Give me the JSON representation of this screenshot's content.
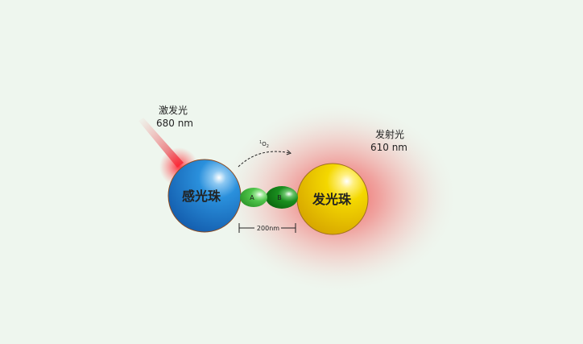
{
  "excitation": {
    "label": "激发光",
    "wavelength": "680 nm",
    "color": "#e8404a"
  },
  "emission": {
    "label": "发射光",
    "wavelength": "610 nm",
    "color": "#f26a6a"
  },
  "singlet_oxygen": {
    "base": "O",
    "superscript": "1",
    "subscript": "2"
  },
  "donor_bead": {
    "label": "感光珠",
    "color": "#1e88d8"
  },
  "acceptor_bead": {
    "label": "发光珠",
    "color": "#f2d000"
  },
  "molecule_a": {
    "label": "A",
    "color": "#4fc44a"
  },
  "molecule_b": {
    "label": "B",
    "color": "#1a8f1f"
  },
  "distance": {
    "label": "200nm"
  }
}
